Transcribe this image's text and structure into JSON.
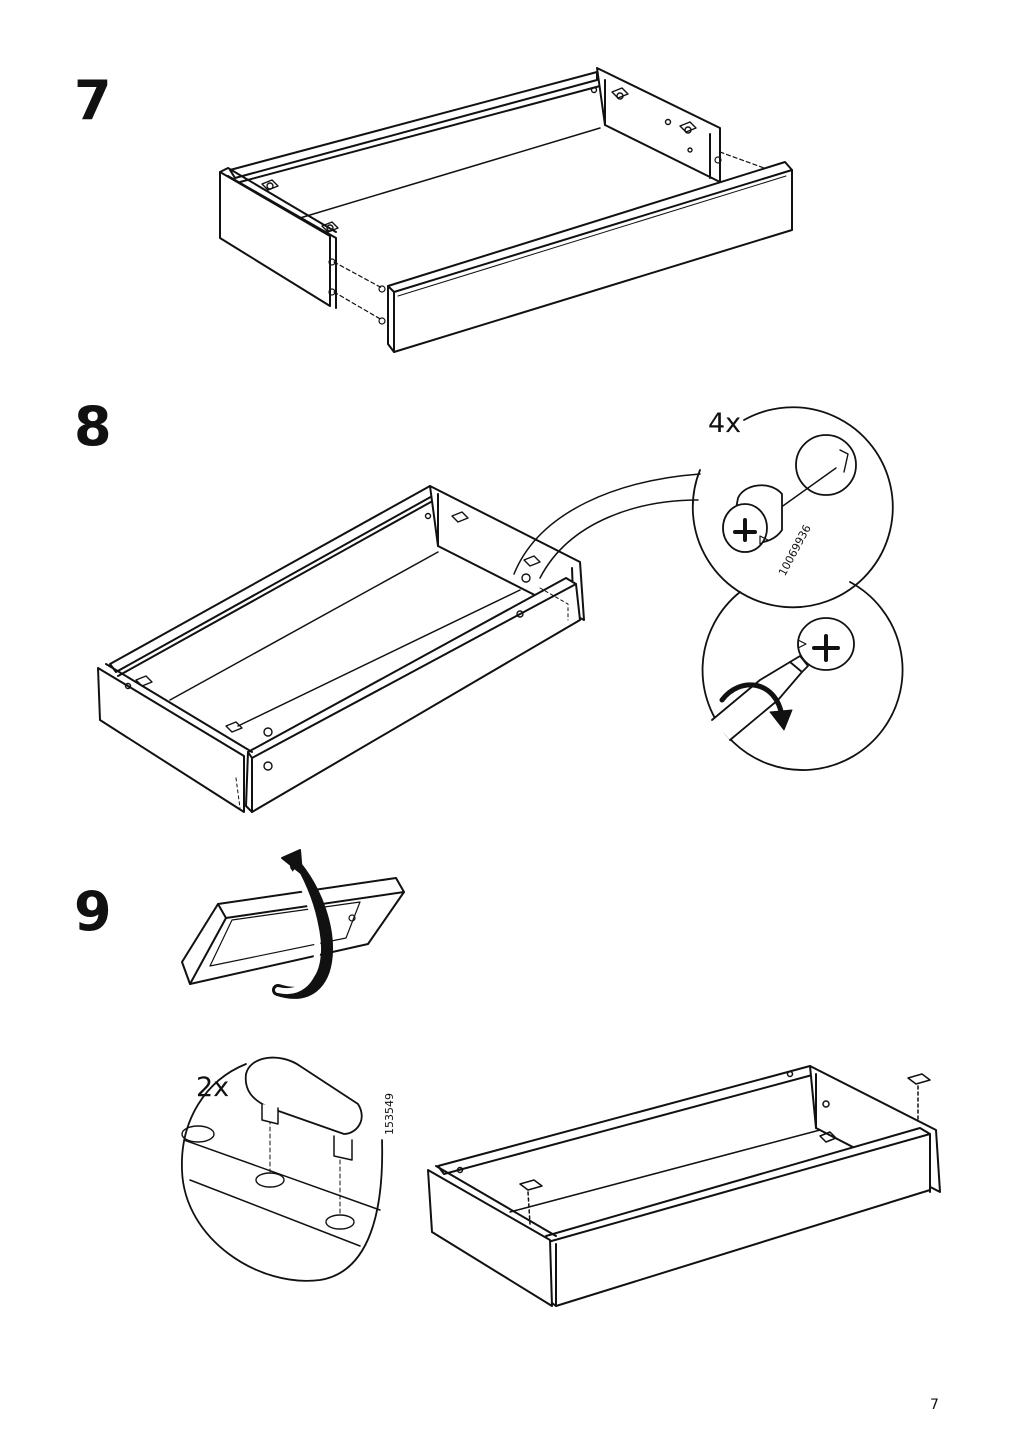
{
  "steps": [
    {
      "number": "7"
    },
    {
      "number": "8",
      "quantity": "4x",
      "part_number": "10069936"
    },
    {
      "number": "9",
      "quantity": "2x",
      "part_number": "153549"
    }
  ],
  "page_number": "7"
}
